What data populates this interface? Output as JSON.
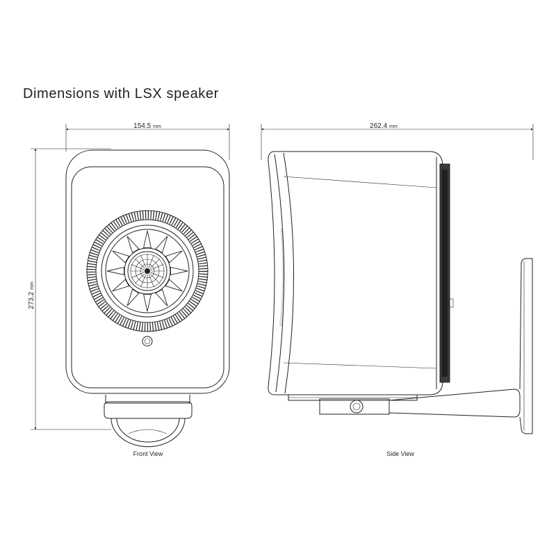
{
  "title": "Dimensions with LSX speaker",
  "dimensions": {
    "front_width": {
      "value": "154.5",
      "unit": "mm"
    },
    "side_depth": {
      "value": "262.4",
      "unit": "mm"
    },
    "height": {
      "value": "273.2",
      "unit": "mm"
    }
  },
  "captions": {
    "front": "Front View",
    "side": "Side View"
  },
  "colors": {
    "line": "#231f20",
    "grille": "#3a3a3a"
  }
}
